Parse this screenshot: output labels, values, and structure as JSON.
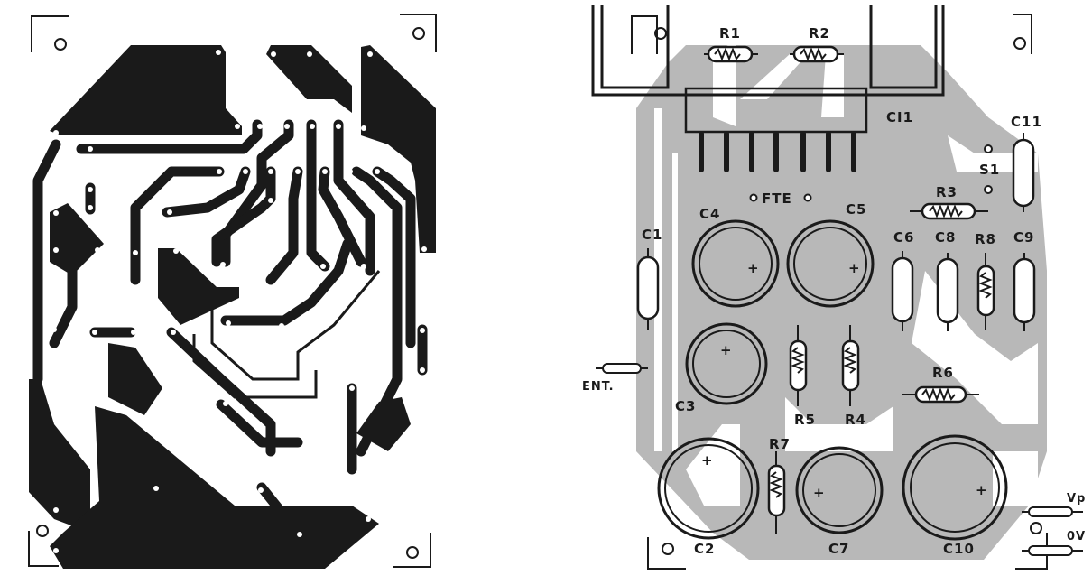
{
  "figure": {
    "left_panel": {
      "title": "copper-side track layout",
      "ink_color": "#1a1a1a",
      "paper_color": "#ffffff"
    },
    "right_panel": {
      "title": "component placement",
      "copper_shade": "#b8b8b8",
      "ic": {
        "label": "CI1",
        "pins": 7
      },
      "components": [
        {
          "ref": "R1",
          "type": "resistor"
        },
        {
          "ref": "R2",
          "type": "resistor"
        },
        {
          "ref": "R3",
          "type": "resistor"
        },
        {
          "ref": "R4",
          "type": "resistor"
        },
        {
          "ref": "R5",
          "type": "resistor"
        },
        {
          "ref": "R6",
          "type": "resistor"
        },
        {
          "ref": "R7",
          "type": "resistor"
        },
        {
          "ref": "R8",
          "type": "resistor"
        },
        {
          "ref": "C1",
          "type": "capacitor"
        },
        {
          "ref": "C2",
          "type": "electrolytic"
        },
        {
          "ref": "C3",
          "type": "electrolytic"
        },
        {
          "ref": "C4",
          "type": "electrolytic"
        },
        {
          "ref": "C5",
          "type": "electrolytic"
        },
        {
          "ref": "C6",
          "type": "capacitor"
        },
        {
          "ref": "C7",
          "type": "electrolytic"
        },
        {
          "ref": "C8",
          "type": "capacitor"
        },
        {
          "ref": "C9",
          "type": "capacitor"
        },
        {
          "ref": "C10",
          "type": "electrolytic"
        },
        {
          "ref": "C11",
          "type": "capacitor"
        }
      ],
      "labels": {
        "R1": "R1",
        "R2": "R2",
        "R3": "R3",
        "R4": "R4",
        "R5": "R5",
        "R6": "R6",
        "R7": "R7",
        "R8": "R8",
        "C1": "C1",
        "C2": "C2",
        "C3": "C3",
        "C4": "C4",
        "C5": "C5",
        "C6": "C6",
        "C7": "C7",
        "C8": "C8",
        "C9": "C9",
        "C10": "C10",
        "C11": "C11",
        "CI1": "CI1",
        "S1": "S1",
        "FTE": "FTE",
        "ENT": "ENT.",
        "VP": "Vp",
        "OV": "0V"
      },
      "polarity_mark": "+"
    }
  }
}
